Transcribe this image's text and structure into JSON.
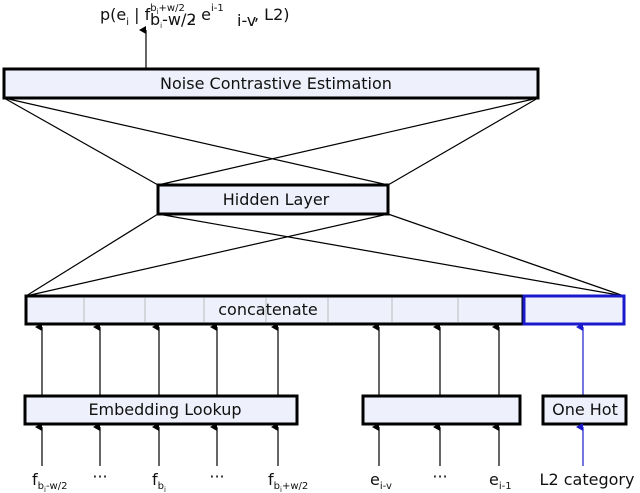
{
  "output_prob": {
    "prefix": "p(e",
    "e_sub": "i",
    "bar": " | f",
    "f_sup_base": "b",
    "f_sup_sub": "i",
    "f_sup_rest": "+w/2",
    "f_sub_base": "b",
    "f_sub_sub": "i",
    "f_sub_rest": "-w/2",
    "sep1": " , e",
    "e2_sup": "i-1",
    "e2_sub": "i-v",
    "tail": ", L2)"
  },
  "layers": {
    "nce": "Noise Contrastive Estimation",
    "hidden": "Hidden Layer",
    "concat": "concatenate",
    "embedding": "Embedding Lookup",
    "one_hot": "One Hot"
  },
  "inputs": {
    "f_left": {
      "base": "f",
      "sub_base": "b",
      "sub_sub": "i",
      "sub_rest": "-w/2"
    },
    "dots1": "···",
    "f_mid": {
      "base": "f",
      "sub_base": "b",
      "sub_sub": "i"
    },
    "dots2": "···",
    "f_right": {
      "base": "f",
      "sub_base": "b",
      "sub_sub": "i",
      "sub_rest": "+w/2"
    },
    "e_left": {
      "base": "e",
      "sub": "i-v"
    },
    "dots3": "···",
    "e_right": {
      "base": "e",
      "sub": "i-1"
    },
    "l2": "L2 category"
  },
  "colors": {
    "box_fill": "#eef0fb",
    "one_hot_stroke": "#1a1acc",
    "line": "#000000"
  }
}
